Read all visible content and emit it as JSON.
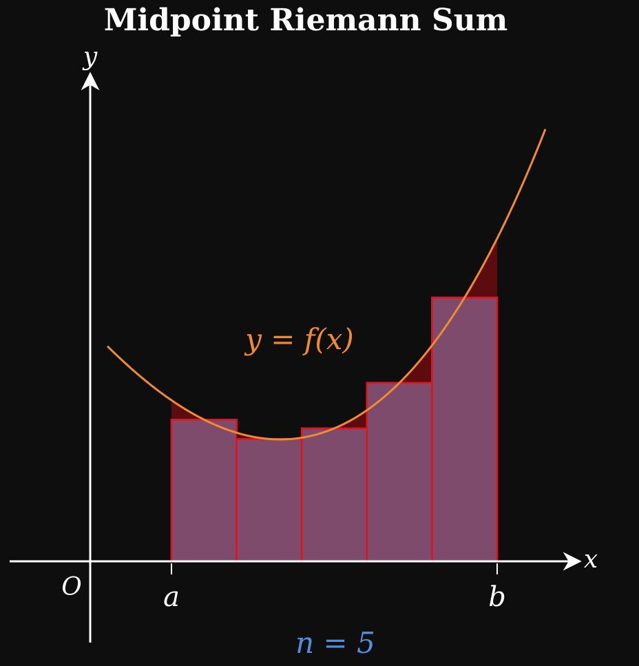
{
  "title": "Midpoint Riemann Sum",
  "labels": {
    "y_axis": "y",
    "x_axis": "x",
    "origin": "O",
    "a": "a",
    "b": "b",
    "curve": "y = f(x)",
    "n": "n = 5"
  },
  "chart_data": {
    "type": "area",
    "method": "midpoint",
    "n": 5,
    "interval": [
      "a",
      "b"
    ],
    "curve_label": "y = f(x)"
  },
  "colors": {
    "background": "#0e0e0e",
    "axis": "#ffffff",
    "curve": "#f28a2e",
    "rect_fill": "#7e4b6d",
    "rect_stroke": "#e0141e",
    "overshoot": "#5c0b0e",
    "undershoot": "#4a6e9e",
    "n_label": "#4f8fdc"
  }
}
